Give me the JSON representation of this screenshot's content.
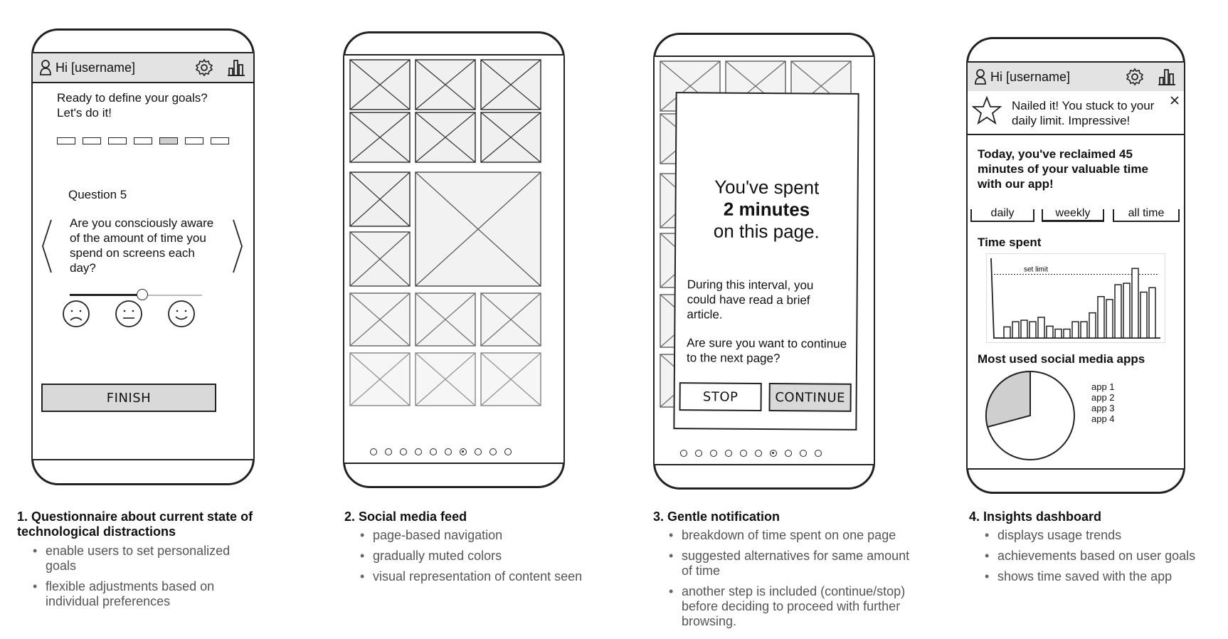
{
  "panel1": {
    "greeting": "Hi [username]",
    "intro_line1": "Ready to define your goals?",
    "intro_line2": "Let's do it!",
    "progress": {
      "steps": 7,
      "current": 5
    },
    "question_label": "Question 5",
    "question_text": "Are you consciously aware of the amount of time you spend on screens each day?",
    "slider_value": 0.55,
    "finish_label": "FINISH",
    "caption_title": "1. Questionnaire about current state of technological distractions",
    "bullets": [
      "enable users to set personalized goals",
      "flexible adjustments based on individual preferences"
    ]
  },
  "panel2": {
    "page_dots": {
      "count": 10,
      "active": 7
    },
    "caption_title": "2. Social media feed",
    "bullets": [
      "page-based navigation",
      "gradually muted colors",
      "visual representation of content seen"
    ]
  },
  "panel3": {
    "spent_line1": "You've spent",
    "spent_line2": "2 minutes",
    "spent_line3": "on this page.",
    "interval_text": "During this interval, you could have read a brief article.",
    "confirm_text": "Are sure you want to continue to the next page?",
    "stop_label": "STOP",
    "continue_label": "CONTINUE",
    "page_dots": {
      "count": 10,
      "active": 7
    },
    "caption_title": "3. Gentle notification",
    "bullets": [
      "breakdown of time spent on one page",
      "suggested alternatives for same amount of time",
      "another step is included (continue/stop) before deciding to proceed with further browsing."
    ]
  },
  "panel4": {
    "greeting": "Hi [username]",
    "toast_text": "Nailed it! You stuck to your daily limit. Impressive!",
    "reclaimed_text": "Today, you've reclaimed 45 minutes of your valuable time with our app!",
    "tabs": [
      "daily",
      "weekly",
      "all time"
    ],
    "selected_tab": "weekly",
    "time_spent_title": "Time spent",
    "set_limit_label": "set limit",
    "social_title": "Most used social media apps",
    "apps": [
      "app 1",
      "app 2",
      "app 3",
      "app 4"
    ],
    "caption_title": "4. Insights dashboard",
    "bullets": [
      "displays usage trends",
      "achievements based on user goals",
      "shows time saved with the app"
    ]
  },
  "chart_data": {
    "type": "bar",
    "title": "Time spent",
    "annotations": [
      "set limit"
    ],
    "values": [
      0.15,
      0.22,
      0.24,
      0.22,
      0.28,
      0.16,
      0.12,
      0.12,
      0.22,
      0.22,
      0.34,
      0.56,
      0.52,
      0.72,
      0.74,
      0.94,
      0.62,
      0.68
    ],
    "limit": 0.86
  },
  "colors": {
    "stroke": "#222222",
    "fill_gray": "#e3e3e3",
    "muted_text": "#555555"
  }
}
